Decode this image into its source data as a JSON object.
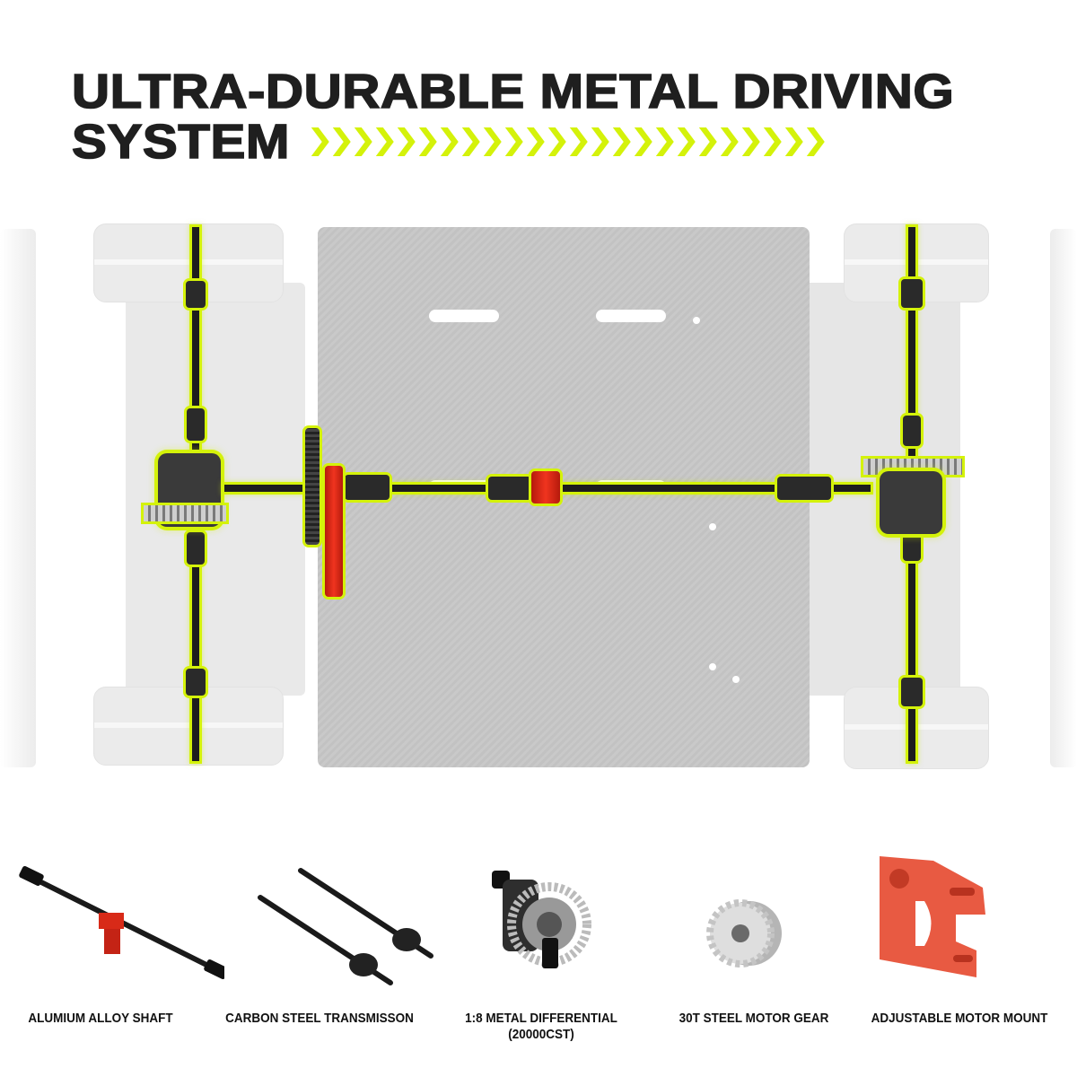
{
  "header": {
    "title_line1": "ULTRA-DURABLE METAL DRIVING",
    "title_line2": "SYSTEM",
    "chevron_count": 24,
    "accent_color": "#d4f20a",
    "title_color": "#1f1f1f"
  },
  "diagram": {
    "description": "RC car chassis top view with highlighted metal drivetrain",
    "highlight_color": "#d4f20a",
    "accent_part_color": "#e8301c",
    "components": [
      "front-axle-driveshafts",
      "front-differential",
      "center-shaft",
      "motor-mount",
      "spur-gear",
      "rear-differential",
      "rear-axle-driveshafts"
    ]
  },
  "products": [
    {
      "name": "alumium-alloy-shaft",
      "label": "ALUMIUM ALLOY SHAFT"
    },
    {
      "name": "carbon-steel-transmission",
      "label": "CARBON STEEL TRANSMISSON"
    },
    {
      "name": "metal-differential",
      "label": "1:8 METAL DIFFERENTIAL",
      "sublabel": "(20000CST)"
    },
    {
      "name": "steel-motor-gear",
      "label": "30T STEEL MOTOR GEAR"
    },
    {
      "name": "adjustable-motor-mount",
      "label": "ADJUSTABLE MOTOR MOUNT"
    }
  ]
}
